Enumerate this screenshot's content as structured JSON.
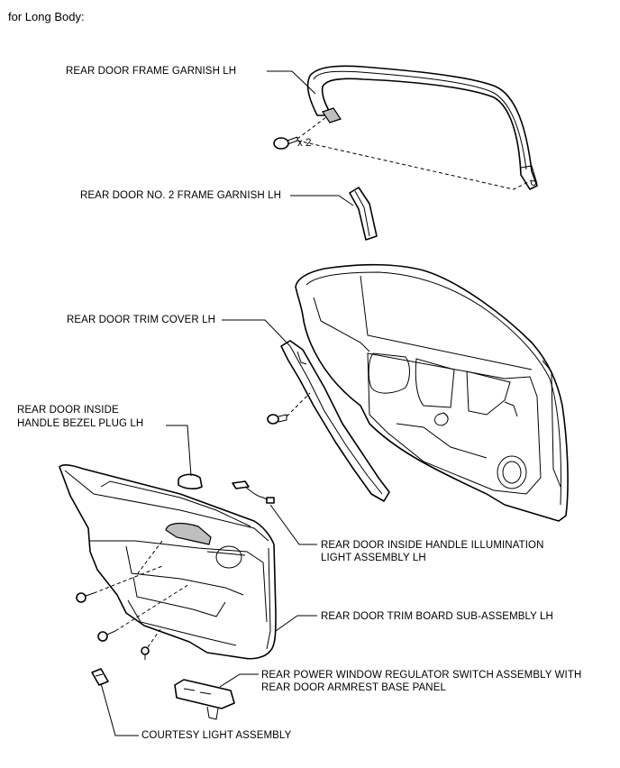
{
  "header": {
    "text": "for Long Body:"
  },
  "labels": {
    "frame_garnish": "REAR DOOR FRAME GARNISH LH",
    "clip_qty": "x 2",
    "no2_frame_garnish": "REAR DOOR NO. 2 FRAME GARNISH LH",
    "trim_cover": "REAR DOOR TRIM COVER LH",
    "bezel_plug_line1": "REAR DOOR INSIDE",
    "bezel_plug_line2": "HANDLE BEZEL PLUG LH",
    "illum_light_line1": "REAR DOOR INSIDE HANDLE ILLUMINATION",
    "illum_light_line2": "LIGHT ASSEMBLY LH",
    "trim_board": "REAR DOOR TRIM BOARD SUB-ASSEMBLY LH",
    "window_switch_line1": "REAR POWER WINDOW REGULATOR SWITCH ASSEMBLY WITH",
    "window_switch_line2": "REAR DOOR ARMREST BASE PANEL",
    "courtesy_light": "COURTESY LIGHT ASSEMBLY"
  }
}
